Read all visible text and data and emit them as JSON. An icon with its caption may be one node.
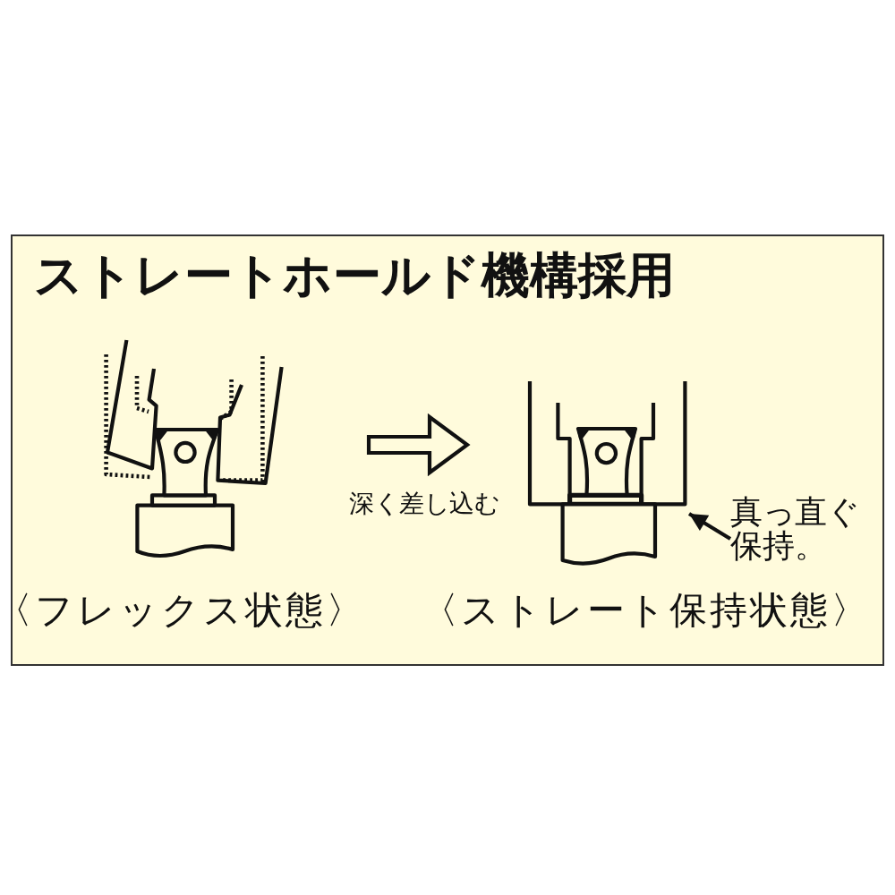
{
  "diagram": {
    "title": "ストレートホールド機構採用",
    "nodes": [
      {
        "text": [],
        "shape": "picture",
        "beside": [
          "〈フレックス状態〉"
        ]
      },
      {
        "text": [],
        "shape": "picture",
        "beside": [
          "〈ストレート保持状態〉"
        ]
      },
      {
        "text": [
          "真っ直ぐ保持。"
        ]
      }
    ],
    "edges": [
      {
        "from": 0,
        "to": 1,
        "arrow": "to",
        "label": "深く差し込む"
      },
      {
        "from": 2,
        "to": 1,
        "arrow": "to"
      }
    ]
  }
}
